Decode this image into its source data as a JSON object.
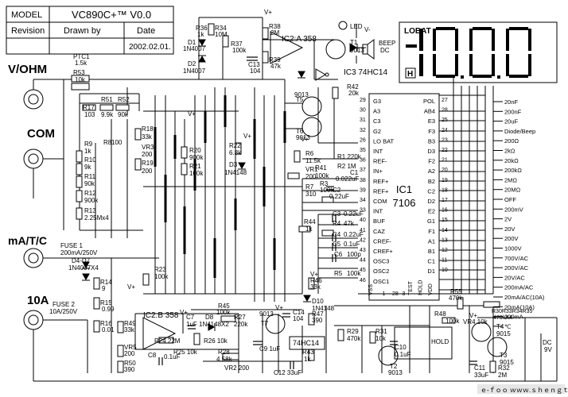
{
  "title_block": {
    "model_label": "MODEL",
    "model_value": "VC890C+™ V0.0",
    "revision_label": "Revision",
    "drawn_by_label": "Drawn by",
    "date_label": "Date",
    "date_value": "2002.02.01."
  },
  "jacks": [
    {
      "label": "V/OHM"
    },
    {
      "label": "COM"
    },
    {
      "label": "mA/T/C"
    },
    {
      "label": "10A"
    }
  ],
  "lcd": {
    "lobat_label": "LOBAT",
    "hold_indicator": "H"
  },
  "ic1": {
    "ref": "IC1",
    "part": "7106"
  },
  "components": [
    {
      "id": "ptc1",
      "text": "PTC1"
    },
    {
      "id": "ptc1-val",
      "text": "1.5k"
    },
    {
      "id": "r53",
      "text": "R53"
    },
    {
      "id": "r53-val",
      "text": "10k"
    },
    {
      "id": "r17",
      "text": "R17"
    },
    {
      "id": "r17-val",
      "text": "103"
    },
    {
      "id": "r51",
      "text": "R51"
    },
    {
      "id": "r52",
      "text": "R52"
    },
    {
      "id": "r51-val",
      "text": "9.9k"
    },
    {
      "id": "r52-val",
      "text": "90k"
    },
    {
      "id": "r8",
      "text": "R8"
    },
    {
      "id": "r8-val",
      "text": "100"
    },
    {
      "id": "r9",
      "text": "R9"
    },
    {
      "id": "r9-val",
      "text": "1k"
    },
    {
      "id": "r10",
      "text": "R10"
    },
    {
      "id": "r10-val",
      "text": "9k"
    },
    {
      "id": "r11",
      "text": "R11"
    },
    {
      "id": "r11-val",
      "text": "90k"
    },
    {
      "id": "r12",
      "text": "R12"
    },
    {
      "id": "r12-val",
      "text": "900k"
    },
    {
      "id": "r13",
      "text": "R13"
    },
    {
      "id": "r13-val",
      "text": "2.25Mx4"
    },
    {
      "id": "r18",
      "text": "R18"
    },
    {
      "id": "r18-val",
      "text": "33k"
    },
    {
      "id": "vr3",
      "text": "VR3"
    },
    {
      "id": "vr3-val",
      "text": "200"
    },
    {
      "id": "r19",
      "text": "R19"
    },
    {
      "id": "r19-val",
      "text": "200"
    },
    {
      "id": "r20",
      "text": "R20"
    },
    {
      "id": "r20-val",
      "text": "900k"
    },
    {
      "id": "r21",
      "text": "R21"
    },
    {
      "id": "r21-val",
      "text": "100k"
    },
    {
      "id": "r22",
      "text": "R22"
    },
    {
      "id": "r22-val",
      "text": "6.8k"
    },
    {
      "id": "d3",
      "text": "D3"
    },
    {
      "id": "d3-val",
      "text": "1N4148"
    },
    {
      "id": "r36",
      "text": "R36"
    },
    {
      "id": "r36-val",
      "text": "1k"
    },
    {
      "id": "r34",
      "text": "R34"
    },
    {
      "id": "r34-val",
      "text": "10M"
    },
    {
      "id": "d1",
      "text": "D1"
    },
    {
      "id": "d1-val",
      "text": "1N4007"
    },
    {
      "id": "d2",
      "text": "D2"
    },
    {
      "id": "d2-val",
      "text": "1N4007"
    },
    {
      "id": "r37",
      "text": "R37"
    },
    {
      "id": "r37-val",
      "text": "100k"
    },
    {
      "id": "c13",
      "text": "C13"
    },
    {
      "id": "c13-val",
      "text": "104"
    },
    {
      "id": "r38",
      "text": "R38"
    },
    {
      "id": "r38-val",
      "text": "2M"
    },
    {
      "id": "r39",
      "text": "R39"
    },
    {
      "id": "r39-val",
      "text": "47k"
    },
    {
      "id": "ic2a",
      "text": "IC2:A 358"
    },
    {
      "id": "led",
      "text": "LED"
    },
    {
      "id": "beep",
      "text": "BEEP"
    },
    {
      "id": "beep-dc",
      "text": "DC"
    },
    {
      "id": "t1",
      "text": "T1"
    },
    {
      "id": "t1-val",
      "text": "9013"
    },
    {
      "id": "ic3",
      "text": "IC3   74HC14"
    },
    {
      "id": "r42",
      "text": "R42"
    },
    {
      "id": "r42-val",
      "text": "20k"
    },
    {
      "id": "t5",
      "text": "T5"
    },
    {
      "id": "t5-val",
      "text": "9013"
    },
    {
      "id": "t6",
      "text": "T6"
    },
    {
      "id": "t6-val",
      "text": "9013"
    },
    {
      "id": "r6",
      "text": "R6"
    },
    {
      "id": "r6-val",
      "text": "11.5k"
    },
    {
      "id": "vr1",
      "text": "VR1"
    },
    {
      "id": "vr1-val",
      "text": "200"
    },
    {
      "id": "r41",
      "text": "R41"
    },
    {
      "id": "r41-val",
      "text": "100k"
    },
    {
      "id": "r7",
      "text": "R7"
    },
    {
      "id": "r7-val",
      "text": "310"
    },
    {
      "id": "r1",
      "text": "R1  220k"
    },
    {
      "id": "r2",
      "text": "R2  1M"
    },
    {
      "id": "c1",
      "text": "C1"
    },
    {
      "id": "c1-val",
      "text": "0.022uF"
    },
    {
      "id": "r3",
      "text": "R3"
    },
    {
      "id": "r3-val",
      "text": "100k"
    },
    {
      "id": "c2",
      "text": "C2"
    },
    {
      "id": "c2-val",
      "text": "0.22uF"
    },
    {
      "id": "r44",
      "text": "R44"
    },
    {
      "id": "r44-val",
      "text": "1k"
    },
    {
      "id": "c3",
      "text": "C3"
    },
    {
      "id": "c3-val",
      "text": "0.22uF"
    },
    {
      "id": "r4",
      "text": "R4"
    },
    {
      "id": "r4-val",
      "text": "47k"
    },
    {
      "id": "c4",
      "text": "C4"
    },
    {
      "id": "c4-val",
      "text": "0.22uF"
    },
    {
      "id": "c5",
      "text": "C5"
    },
    {
      "id": "c5-val",
      "text": "0.1uF"
    },
    {
      "id": "c6",
      "text": "C6"
    },
    {
      "id": "c6-val",
      "text": "100p"
    },
    {
      "id": "r5",
      "text": "R5"
    },
    {
      "id": "r5-val",
      "text": "100k"
    },
    {
      "id": "fuse1",
      "text": "FUSE 1"
    },
    {
      "id": "fuse1-val",
      "text": "200mA/250V"
    },
    {
      "id": "d4d7",
      "text": "D4-D7"
    },
    {
      "id": "d4d7-val",
      "text": "1N4007X4"
    },
    {
      "id": "r14",
      "text": "R14"
    },
    {
      "id": "r14-val",
      "text": "9"
    },
    {
      "id": "r15",
      "text": "R15"
    },
    {
      "id": "r15-val",
      "text": "0.99"
    },
    {
      "id": "r16",
      "text": "R16"
    },
    {
      "id": "r16-val",
      "text": "0.01"
    },
    {
      "id": "fuse2",
      "text": "FUSE 2"
    },
    {
      "id": "fuse2-val",
      "text": "10A/250V"
    },
    {
      "id": "r23",
      "text": "R23"
    },
    {
      "id": "r23-val",
      "text": "100k"
    },
    {
      "id": "r49",
      "text": "R49"
    },
    {
      "id": "r49-val",
      "text": "33k"
    },
    {
      "id": "vr5",
      "text": "VR5"
    },
    {
      "id": "vr5-val",
      "text": "200"
    },
    {
      "id": "r50",
      "text": "R50"
    },
    {
      "id": "r50-val",
      "text": "390"
    },
    {
      "id": "ic2b",
      "text": "IC2:B 358"
    },
    {
      "id": "r24",
      "text": "R24  22M"
    },
    {
      "id": "c7",
      "text": "C7"
    },
    {
      "id": "c7-val",
      "text": "1uF"
    },
    {
      "id": "d8",
      "text": "D8"
    },
    {
      "id": "d8-val",
      "text": "1N4148X2"
    },
    {
      "id": "r27",
      "text": "R27"
    },
    {
      "id": "r27-val",
      "text": "220k"
    },
    {
      "id": "r25",
      "text": "R25  10k"
    },
    {
      "id": "r26",
      "text": "R26  10k"
    },
    {
      "id": "c8",
      "text": "C8"
    },
    {
      "id": "c8-val",
      "text": "0.1uF"
    },
    {
      "id": "r28",
      "text": "R28"
    },
    {
      "id": "r28-val",
      "text": "4.58k"
    },
    {
      "id": "vr2",
      "text": "VR2 200"
    },
    {
      "id": "r45",
      "text": "R45"
    },
    {
      "id": "r45-val",
      "text": "100k"
    },
    {
      "id": "t7",
      "text": "9013"
    },
    {
      "id": "t7-ref",
      "text": "T7"
    },
    {
      "id": "c9",
      "text": "C9  1uF"
    },
    {
      "id": "c14",
      "text": "C14"
    },
    {
      "id": "c14-val",
      "text": "104"
    },
    {
      "id": "r47",
      "text": "R47"
    },
    {
      "id": "r47-val",
      "text": "390"
    },
    {
      "id": "r46",
      "text": "R46"
    },
    {
      "id": "r46-val",
      "text": "33k"
    },
    {
      "id": "d10",
      "text": "D10"
    },
    {
      "id": "d10-val",
      "text": "1N4148"
    },
    {
      "id": "ic3b",
      "text": "74HC14"
    },
    {
      "id": "r43",
      "text": "R43"
    },
    {
      "id": "r43-val",
      "text": "1k"
    },
    {
      "id": "c12",
      "text": "C12  33uF"
    },
    {
      "id": "r29",
      "text": "R29"
    },
    {
      "id": "r29-val",
      "text": "470k"
    },
    {
      "id": "r31",
      "text": "R31"
    },
    {
      "id": "r31-val",
      "text": "10k"
    },
    {
      "id": "c10",
      "text": "C10"
    },
    {
      "id": "c10-val",
      "text": "0.1uF"
    },
    {
      "id": "t2",
      "text": "T2"
    },
    {
      "id": "t2-val",
      "text": "9013"
    },
    {
      "id": "r48",
      "text": "R48"
    },
    {
      "id": "r48-val",
      "text": "100k"
    },
    {
      "id": "hold",
      "text": "HOLD"
    },
    {
      "id": "vr4",
      "text": "VR4  10k"
    },
    {
      "id": "r55",
      "text": "R55"
    },
    {
      "id": "r55-val",
      "text": "470k"
    },
    {
      "id": "r30r35",
      "text": "R30R33R34R35"
    },
    {
      "id": "r30r35-val",
      "text": "470kX4"
    },
    {
      "id": "t4",
      "text": "T4"
    },
    {
      "id": "t4-val",
      "text": "9015"
    },
    {
      "id": "t3",
      "text": "T3"
    },
    {
      "id": "t3-val",
      "text": "9015"
    },
    {
      "id": "dc9v",
      "text": "DC"
    },
    {
      "id": "dc9v-val",
      "text": "9V"
    },
    {
      "id": "c11",
      "text": "C11"
    },
    {
      "id": "c11-val",
      "text": "33uF"
    },
    {
      "id": "r32",
      "text": "R32"
    },
    {
      "id": "r32-val",
      "text": "2M"
    },
    {
      "id": "vplus-1",
      "text": "V+"
    },
    {
      "id": "vplus-2",
      "text": "V+"
    },
    {
      "id": "vplus-3",
      "text": "V+"
    },
    {
      "id": "vplus-4",
      "text": "V+"
    },
    {
      "id": "vplus-5",
      "text": "V+"
    },
    {
      "id": "vplus-6",
      "text": "V+"
    },
    {
      "id": "vplus-7",
      "text": "V+"
    },
    {
      "id": "vplus-8",
      "text": "V+"
    },
    {
      "id": "vplus-9",
      "text": "V+"
    },
    {
      "id": "vminus-1",
      "text": "V-"
    }
  ],
  "ic1_pins": [
    {
      "num": "29",
      "name": "G3"
    },
    {
      "num": "30",
      "name": "A3"
    },
    {
      "num": "31",
      "name": "C3"
    },
    {
      "num": "32",
      "name": "G2"
    },
    {
      "num": "26",
      "name": "LO BAT"
    },
    {
      "num": "35",
      "name": "INT"
    },
    {
      "num": "36",
      "name": "REF-"
    },
    {
      "num": "37",
      "name": "IN+"
    },
    {
      "num": "38",
      "name": "REF+"
    },
    {
      "num": "39",
      "name": "REF+"
    },
    {
      "num": "34",
      "name": "COM"
    },
    {
      "num": "33",
      "name": "INT"
    },
    {
      "num": "40",
      "name": "BUF"
    },
    {
      "num": "41",
      "name": "CAZ"
    },
    {
      "num": "42",
      "name": "CREF-"
    },
    {
      "num": "43",
      "name": "CREF+"
    },
    {
      "num": "44",
      "name": "OSC3"
    },
    {
      "num": "45",
      "name": "OSC2"
    },
    {
      "num": "46",
      "name": "OSC1"
    },
    {
      "num": "27",
      "name": "POL"
    },
    {
      "num": "28",
      "name": "AB4"
    },
    {
      "num": "25",
      "name": "E3"
    },
    {
      "num": "24",
      "name": "F3"
    },
    {
      "num": "23",
      "name": "B3"
    },
    {
      "num": "22",
      "name": "D3"
    },
    {
      "num": "21",
      "name": "F2"
    },
    {
      "num": "20",
      "name": "A2"
    },
    {
      "num": "19",
      "name": "B2"
    },
    {
      "num": "18",
      "name": "C2"
    },
    {
      "num": "17",
      "name": "D2"
    },
    {
      "num": "16",
      "name": "E2"
    },
    {
      "num": "15",
      "name": "G1"
    },
    {
      "num": "14",
      "name": "F1"
    },
    {
      "num": "13",
      "name": "A1"
    },
    {
      "num": "12",
      "name": "B1"
    },
    {
      "num": "11",
      "name": "C1"
    },
    {
      "num": "10",
      "name": "D1"
    }
  ],
  "ic1_bottom": [
    "VSS",
    "1",
    "28",
    "3",
    "TEST",
    "HOLD",
    "VDD"
  ],
  "ranges": [
    "20nF",
    "200nF",
    "20uF",
    "Diode/Beep",
    "200Ω",
    "2kΩ",
    "20kΩ",
    "200kΩ",
    "2MΩ",
    "20MΩ",
    "OFF",
    "200mV",
    "2V",
    "20V",
    "200V",
    "1000V",
    "700V/AC",
    "200V/AC",
    "20V/AC",
    "200mA/AC",
    "20mA/AC(10A)",
    "20mA(10A)",
    "200mA",
    "℃"
  ],
  "watermark": "ｅ-ｆｏｏ ｗｗｗ.ｓｈｅｎｇｔａｌ.ｃｏｍ"
}
